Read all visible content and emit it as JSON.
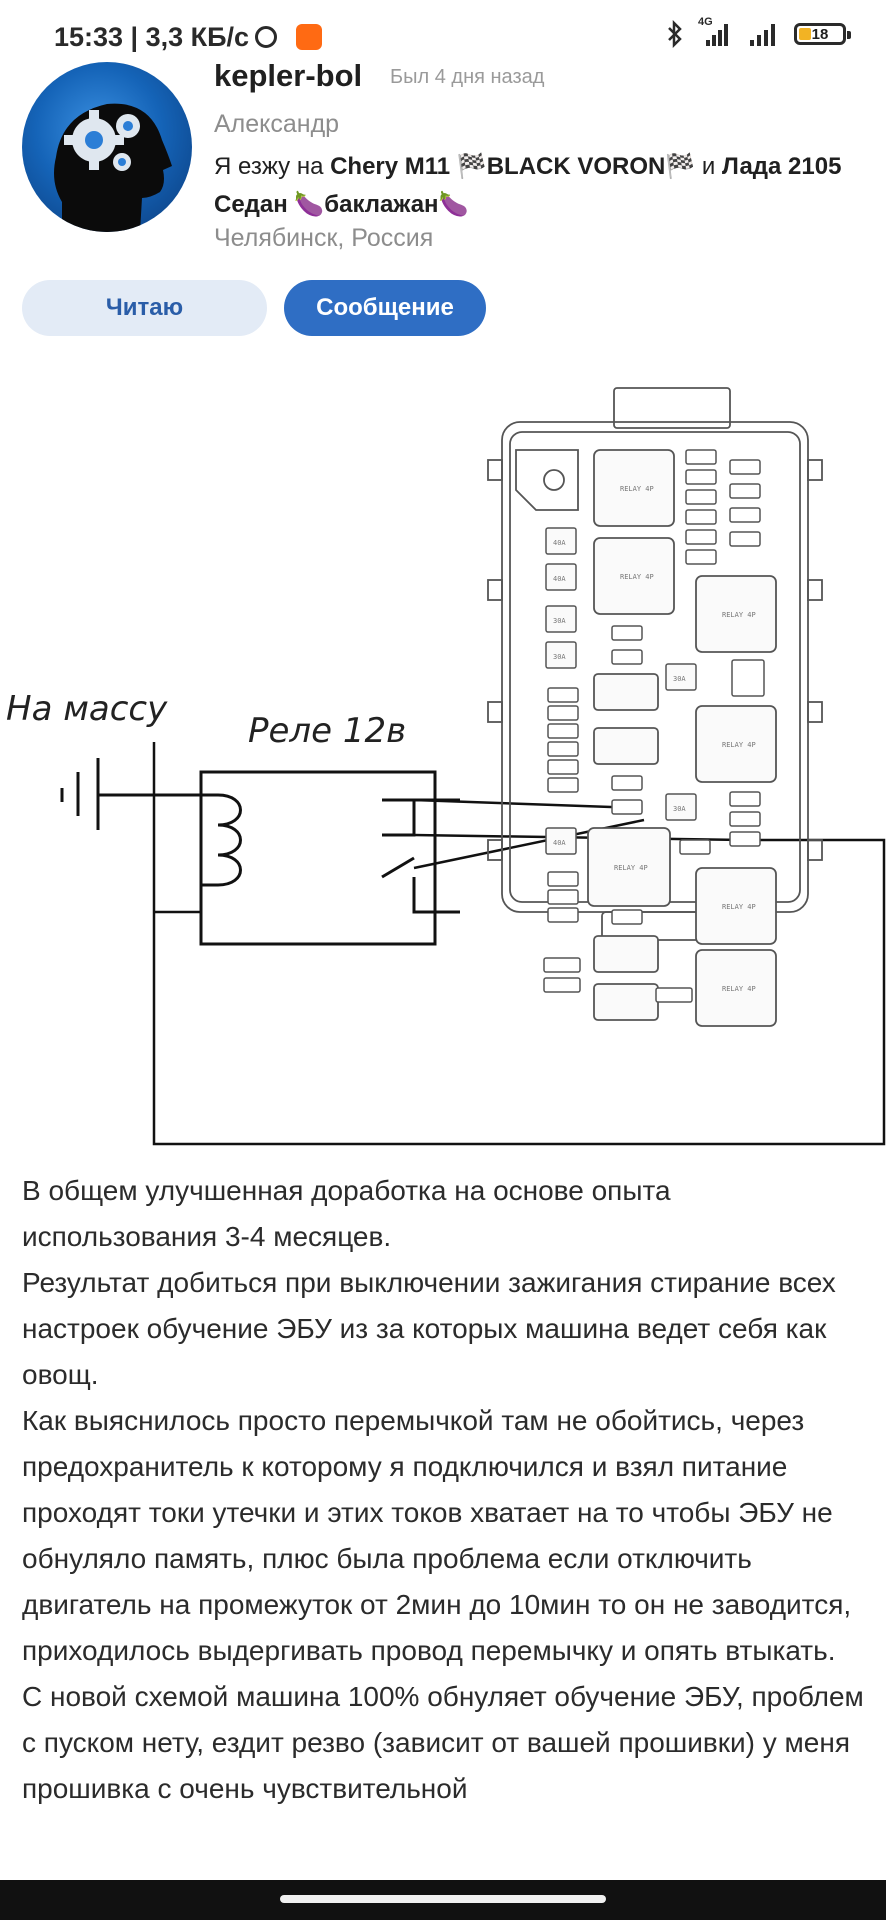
{
  "status_bar": {
    "time": "15:33 | 3,3 КБ/с",
    "network": "4G",
    "battery": "18"
  },
  "profile": {
    "username": "kepler-bol",
    "last_seen": "Был 4 дня назад",
    "real_name": "Александр",
    "cars_prefix": "Я езжу на",
    "car1": "Chery M11 🏁BLACK VORON🏁",
    "cars_joiner": "и",
    "car2": "Лада 2105 Седан 🍆баклажан🍆",
    "city": "Челябинск, Россия"
  },
  "actions": {
    "follow_label": "Читаю",
    "message_label": "Сообщение"
  },
  "diagram": {
    "ground_label": "На массу",
    "relay_label": "Реле 12в",
    "relay_text": "RELAY 4P",
    "fuse_labels": [
      "40A",
      "40A",
      "30A",
      "30A",
      "40A",
      "30A",
      "30A"
    ]
  },
  "article": {
    "paragraphs": [
      "В общем улучшенная доработка на основе опыта использования 3-4 месяцев.",
      "Результат добиться при выключении зажигания стирание всех настроек обучение ЭБУ из за которых машина ведет себя как овощ.",
      "Как выяснилось просто перемычкой там не обойтись, через предохранитель к которому я подключился и взял питание проходят токи утечки и этих токов хватает на то чтобы ЭБУ не обнуляло память, плюс была проблема если отключить двигатель на промежуток от 2мин до 10мин то он не заводится, приходилось выдергивать провод перемычку и опять втыкать.",
      "С новой схемой машина 100% обнуляет обучение ЭБУ, проблем с пуском нету, ездит резво (зависит от вашей прошивки) у меня прошивка с очень чувствительной"
    ]
  }
}
